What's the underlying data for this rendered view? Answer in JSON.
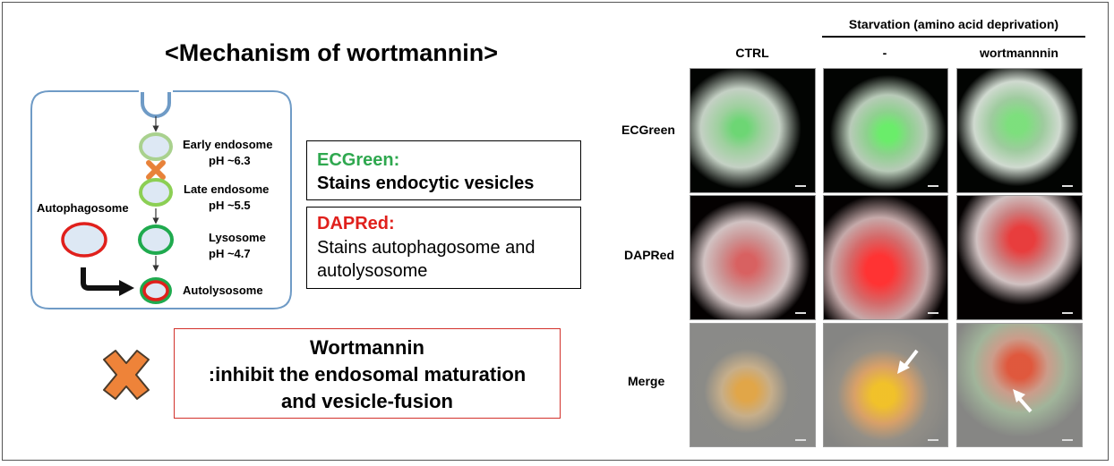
{
  "title": "<Mechanism of wortmannin>",
  "diagram": {
    "early_endosome": "Early endosome",
    "early_ph": "pH ~6.3",
    "late_endosome": "Late endosome",
    "late_ph": "pH ~5.5",
    "lysosome": "Lysosome",
    "lysosome_ph": "pH ~4.7",
    "autophagosome": "Autophagosome",
    "autolysosome": "Autolysosome"
  },
  "legend": {
    "ecgreen_name": "ECGreen",
    "ecgreen_colon": ":",
    "ecgreen_desc": "Stains endocytic vesicles",
    "dapred_name": "DAPRed:",
    "dapred_desc_1": "Stains autophagosome and",
    "dapred_desc_2": "autolysosome"
  },
  "wortmannin_box": {
    "line1": "Wortmannin",
    "line2": ":inhibit the endosomal maturation",
    "line3": "and vesicle-fusion"
  },
  "figure": {
    "group_header": "Starvation (amino acid deprivation)",
    "columns": [
      "CTRL",
      "-",
      "wortmannnin"
    ],
    "rows": [
      "ECGreen",
      "DAPRed",
      "Merge"
    ]
  },
  "colors": {
    "ecgreen": "#2fa84f",
    "dapred": "#e0201c",
    "cell_outline": "#6f9bc6",
    "x_mark": "#e8823a",
    "wortmannin_border": "#d2312b"
  }
}
